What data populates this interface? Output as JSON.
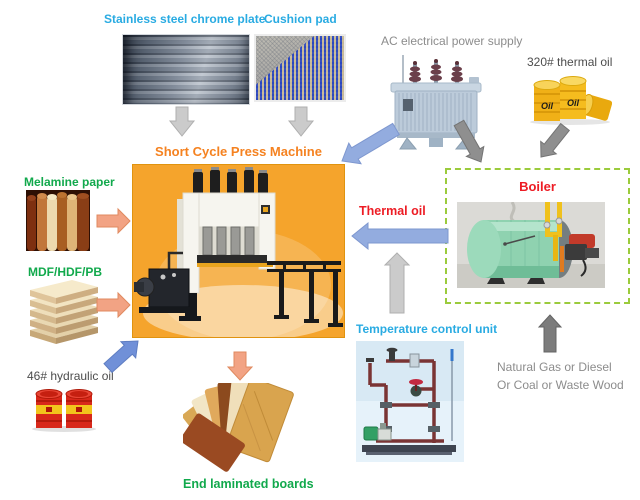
{
  "colors": {
    "label_cyan": "#29ABE2",
    "label_green": "#11A94C",
    "label_orange": "#F58220",
    "label_red": "#ED1C24",
    "label_gray": "#8C8C8C",
    "label_darkgray": "#4D4D4D",
    "press_box": "#F5A42C",
    "press_box_border": "#E0930F",
    "boiler_border": "#9BCB3C",
    "arrow_blue": "#93ACDF",
    "arrow_salmon": "#F2A384",
    "arrow_light_gray": "#CBCBCB",
    "arrow_dark_gray": "#8F8F8F"
  },
  "nodes": {
    "chrome_plate": {
      "label": "Stainless steel chrome plate"
    },
    "cushion_pad": {
      "label": "Cushion pad"
    },
    "power_supply": {
      "label": "AC electrical power supply"
    },
    "thermal_oil_320": {
      "label": "320# thermal oil",
      "drum_text_1": "Oil",
      "drum_text_2": "Oil"
    },
    "press_machine": {
      "label": "Short Cycle Press Machine"
    },
    "melamine_paper": {
      "label": "Melamine paper"
    },
    "mdf": {
      "label": "MDF/HDF/PB"
    },
    "hydraulic_oil": {
      "label": "46# hydraulic oil"
    },
    "thermal_oil_flow": {
      "label": "Thermal oil"
    },
    "boiler": {
      "label": "Boiler"
    },
    "temperature_control": {
      "label": "Temperature control unit"
    },
    "fuel": {
      "line1": "Natural Gas or Diesel",
      "line2": "Or Coal or Waste Wood"
    },
    "end_boards": {
      "label": "End laminated boards"
    }
  },
  "edges": [
    {
      "id": "chrome-to-press",
      "from": "chrome_plate",
      "to": "press_machine",
      "style": "light-gray"
    },
    {
      "id": "cushion-to-press",
      "from": "cushion_pad",
      "to": "press_machine",
      "style": "light-gray"
    },
    {
      "id": "power-to-press",
      "from": "power_supply",
      "to": "press_machine",
      "style": "blue"
    },
    {
      "id": "power-to-boiler",
      "from": "power_supply",
      "to": "boiler",
      "style": "gray"
    },
    {
      "id": "oil320-to-boiler",
      "from": "thermal_oil_320",
      "to": "boiler",
      "style": "gray"
    },
    {
      "id": "melamine-to-press",
      "from": "melamine_paper",
      "to": "press_machine",
      "style": "salmon"
    },
    {
      "id": "mdf-to-press",
      "from": "mdf",
      "to": "press_machine",
      "style": "salmon"
    },
    {
      "id": "hydraulic-to-press",
      "from": "hydraulic_oil",
      "to": "press_machine",
      "style": "blue"
    },
    {
      "id": "boiler-to-press",
      "from": "boiler",
      "to": "press_machine",
      "style": "blue",
      "label": "Thermal oil"
    },
    {
      "id": "tcu-to-thermal-line",
      "from": "temperature_control",
      "to": "boiler-to-press",
      "style": "light-gray"
    },
    {
      "id": "press-to-endboards",
      "from": "press_machine",
      "to": "end_boards",
      "style": "salmon"
    },
    {
      "id": "fuel-to-boiler",
      "from": "fuel",
      "to": "boiler",
      "style": "gray"
    }
  ]
}
